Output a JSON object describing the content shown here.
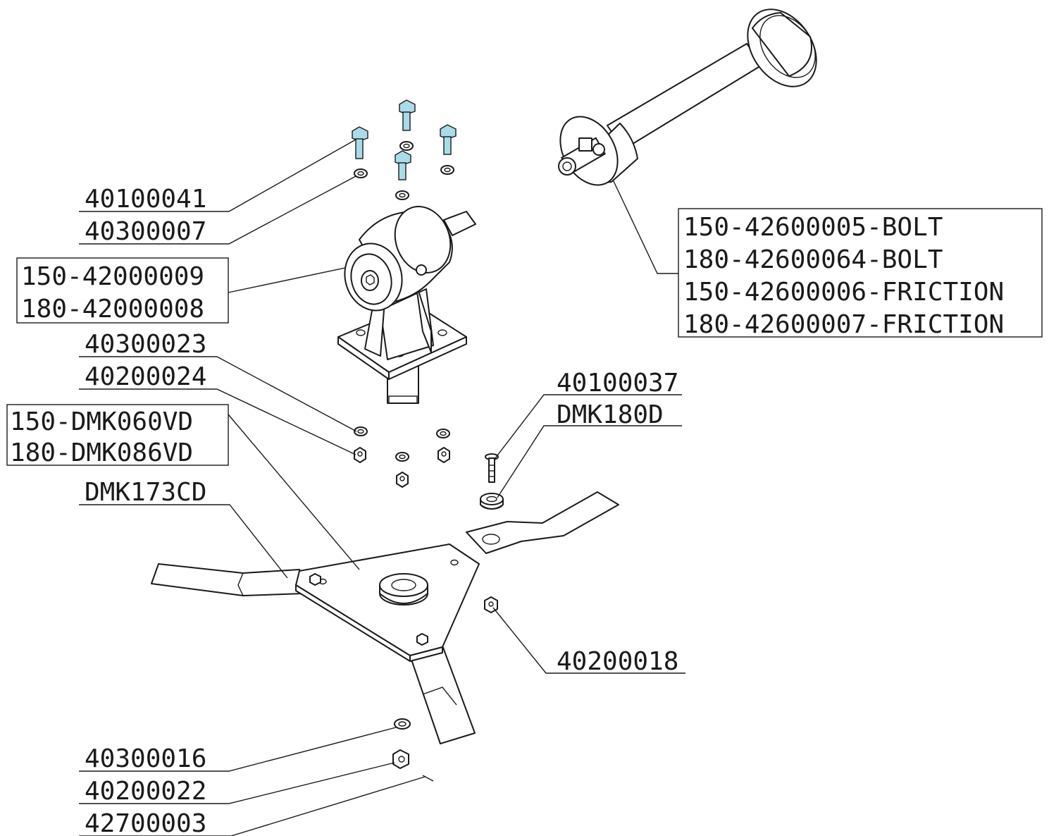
{
  "labels": {
    "bolt_top": "40100041",
    "washer_top": "40300007",
    "gearbox_a": "150-42000009",
    "gearbox_b": "180-42000008",
    "washer_lower": "40300023",
    "nut_lower": "40200024",
    "disc_a": "150-DMK060VD",
    "disc_b": "180-DMK086VD",
    "blade": "DMK173CD",
    "blade_bolt": "40100037",
    "bushing": "DMK180D",
    "nut_blade": "40200018",
    "washer_bottom": "40300016",
    "nut_bottom": "40200022",
    "pin": "42700003",
    "pto_1": "150-42600005-BOLT",
    "pto_2": "180-42600064-BOLT",
    "pto_3": "150-42600006-FRICTION",
    "pto_4": "180-42600007-FRICTION"
  },
  "colors": {
    "line": "#1a1a1a",
    "bolt_fill": "#a9dbe9",
    "background": "#ffffff"
  }
}
